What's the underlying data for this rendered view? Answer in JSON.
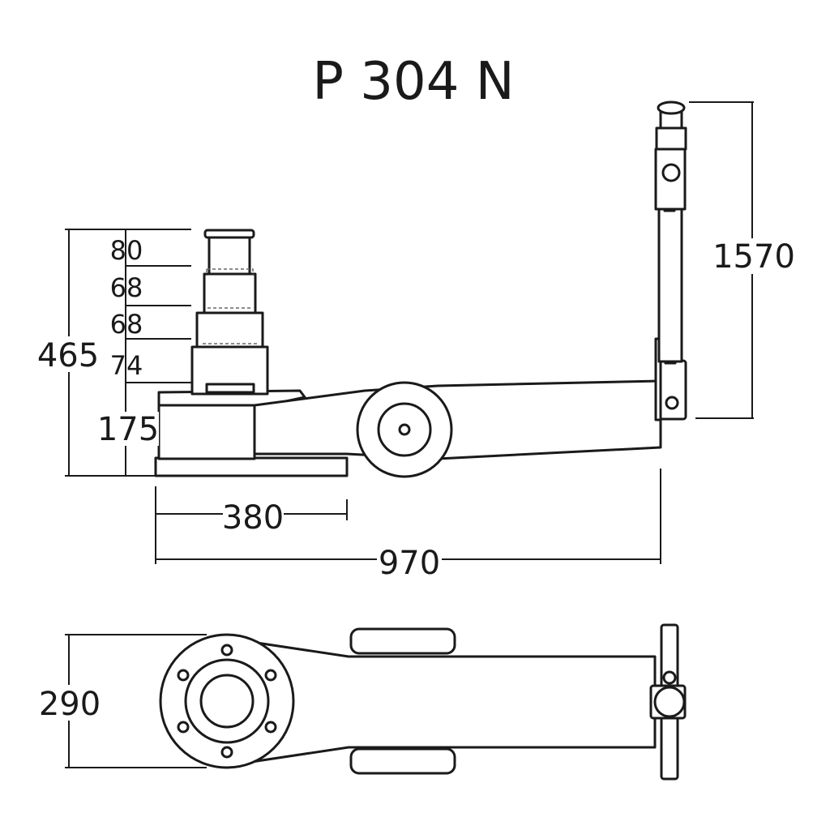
{
  "title": "P 304 N",
  "dimensions": {
    "stage1": "80",
    "stage2": "68",
    "stage3": "68",
    "stage4": "74",
    "total_height": "465",
    "min_height": "175",
    "base_length": "380",
    "overall_length": "970",
    "handle_height": "1570",
    "width": "290"
  }
}
